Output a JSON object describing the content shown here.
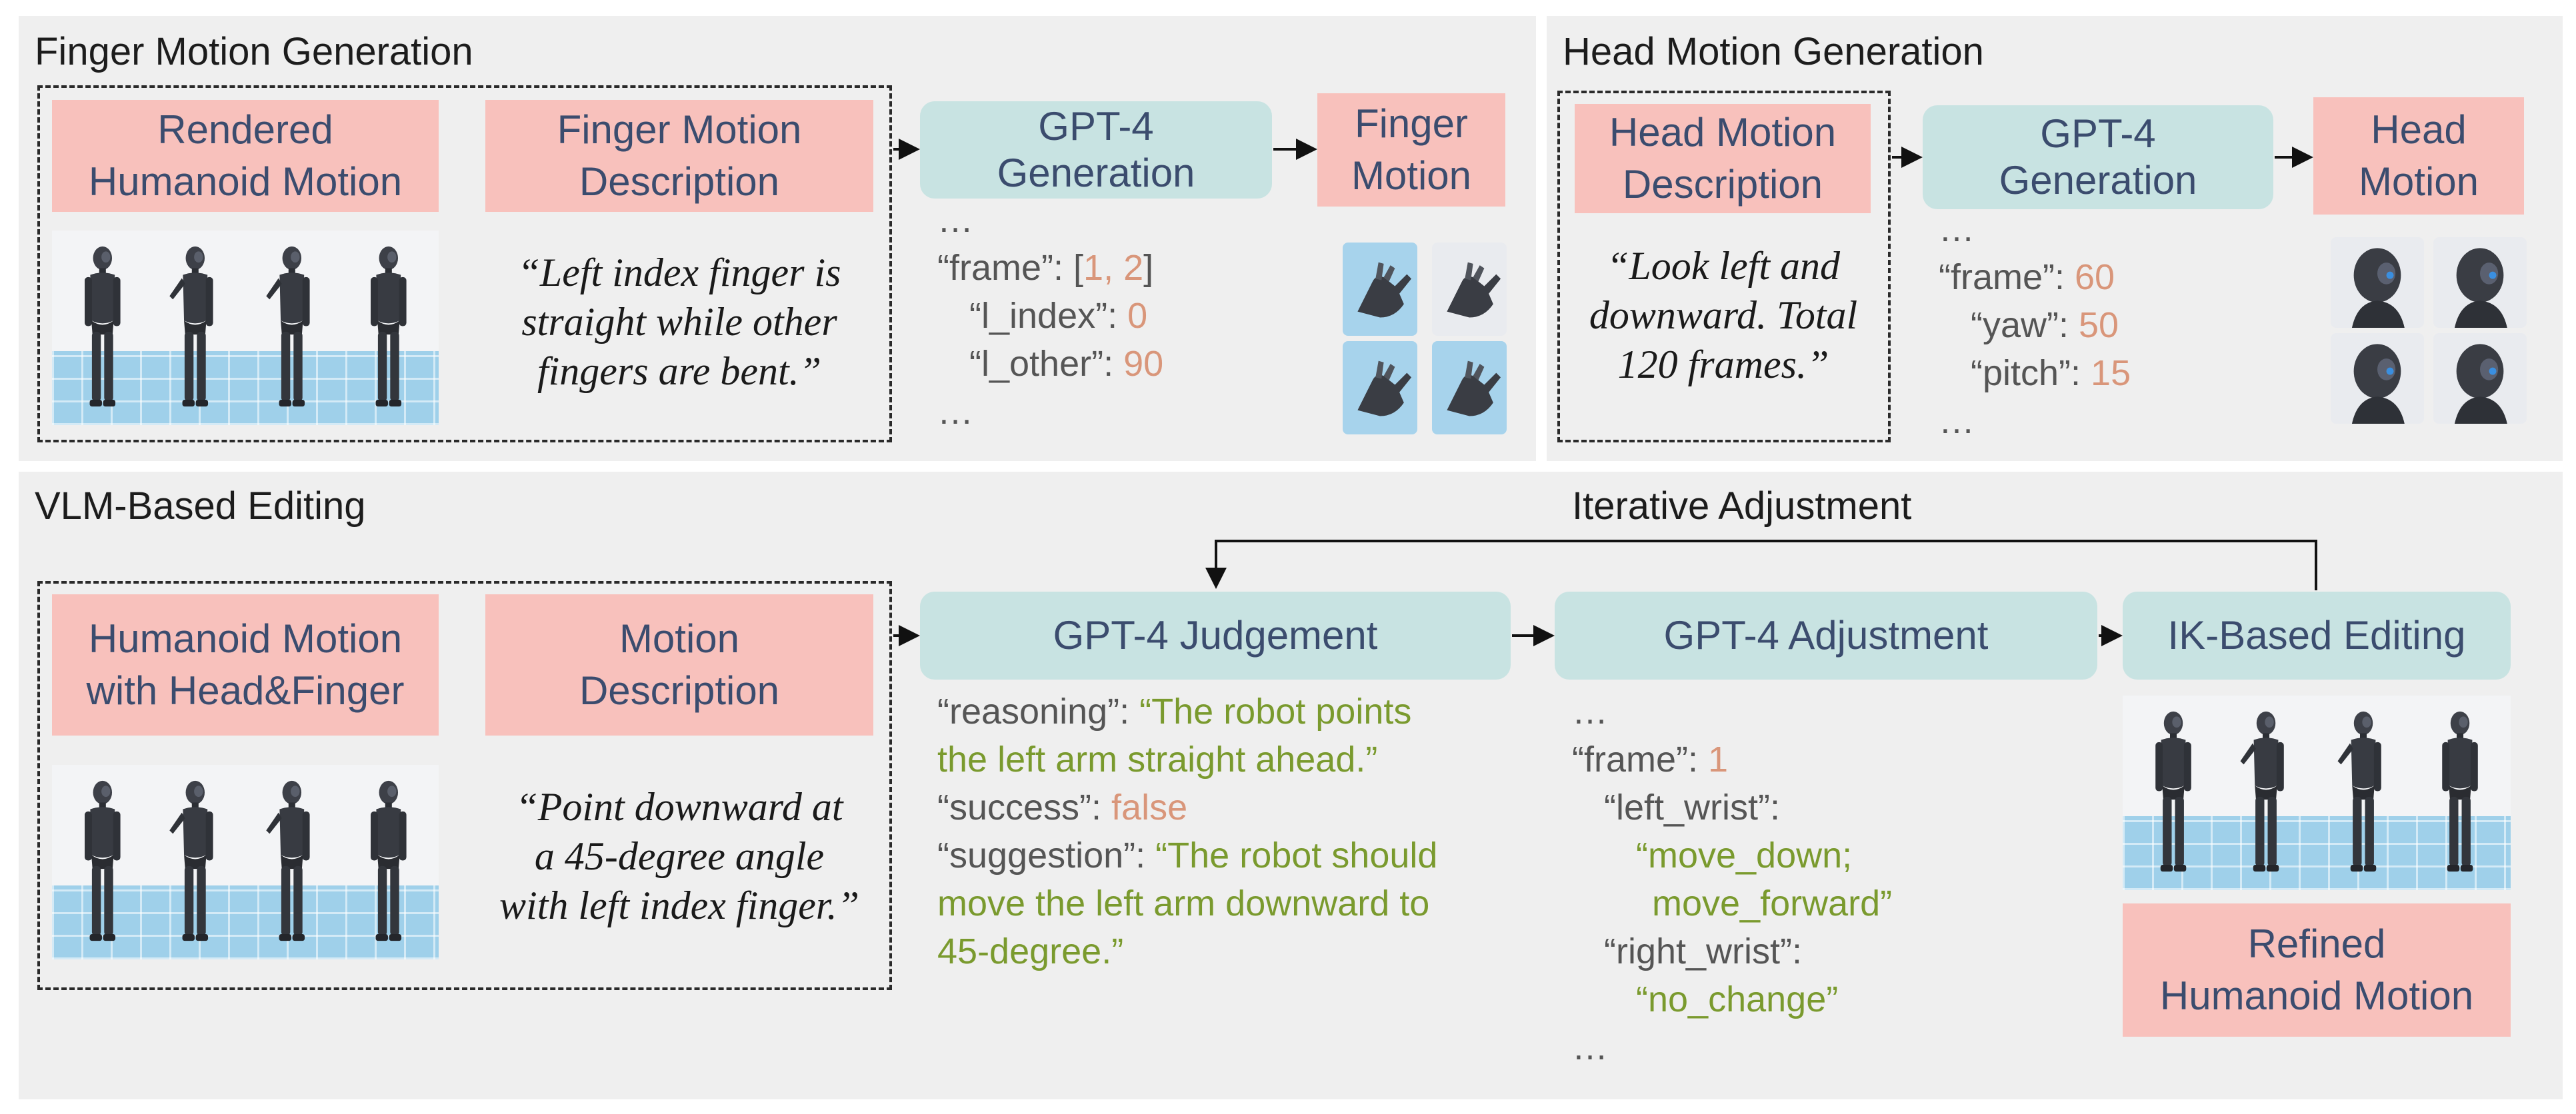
{
  "finger_panel": {
    "title": "Finger Motion Generation",
    "box_rendered": "Rendered\nHumanoid Motion",
    "box_description": "Finger Motion\nDescription",
    "quote": "“Left index finger is\nstraight while other\nfingers are bent.”",
    "gpt_box": "GPT-4\nGeneration",
    "output_box": "Finger\nMotion",
    "code": {
      "ellipsis_top": "…",
      "frame_key": "“frame”: ",
      "frame_open": "[",
      "frame_v1": "1",
      "frame_sep": ", ",
      "frame_v2": "2",
      "frame_close": "]",
      "l_index_key": "“l_index”: ",
      "l_index_val": "0",
      "l_other_key": "“l_other”: ",
      "l_other_val": "90",
      "ellipsis_bottom": "…"
    }
  },
  "head_panel": {
    "title": "Head Motion Generation",
    "box_description": "Head Motion\nDescription",
    "quote": "“Look left and\ndownward. Total\n120 frames.”",
    "gpt_box": "GPT-4\nGeneration",
    "output_box": "Head\nMotion",
    "code": {
      "ellipsis_top": "…",
      "frame_key": "“frame”: ",
      "frame_val": "60",
      "yaw_key": "“yaw”: ",
      "yaw_val": "50",
      "pitch_key": "“pitch”: ",
      "pitch_val": "15",
      "ellipsis_bottom": "…"
    }
  },
  "vlm_panel": {
    "title": "VLM-Based Editing",
    "loop_label": "Iterative Adjustment",
    "box_motion": "Humanoid Motion\nwith Head&Finger",
    "box_description": "Motion\nDescription",
    "quote": "“Point downward at\na 45-degree angle\nwith left index finger.”",
    "judgement_box": "GPT-4 Judgement",
    "adjustment_box": "GPT-4 Adjustment",
    "ik_box": "IK-Based Editing",
    "refined_box": "Refined\nHumanoid Motion",
    "judgement_code": {
      "reasoning_key": "“reasoning”: ",
      "reasoning_l1": "“The robot points",
      "reasoning_l2": "the left arm straight ahead.”",
      "success_key": "“success”: ",
      "success_val": "false",
      "suggestion_key": "“suggestion”: ",
      "suggestion_l1": "“The robot should",
      "suggestion_l2": "move the left arm downward to",
      "suggestion_l3": "45-degree.”"
    },
    "adjustment_code": {
      "ellipsis_top": "…",
      "frame_key": "“frame”: ",
      "frame_val": "1",
      "left_wrist_key": "“left_wrist”:",
      "left_wrist_v1": "“move_down;",
      "left_wrist_v2": "move_forward”",
      "right_wrist_key": "“right_wrist”:",
      "right_wrist_val": "“no_change”",
      "ellipsis_bottom": "…"
    }
  },
  "colors": {
    "panel_bg": "#efefef",
    "pink_box": "#f8c1bc",
    "teal_box": "#c8e3e2",
    "box_text": "#3b4c6e",
    "number": "#d9967a",
    "string_green": "#7a9a2e",
    "floor_blue": "#9fd0ea"
  }
}
